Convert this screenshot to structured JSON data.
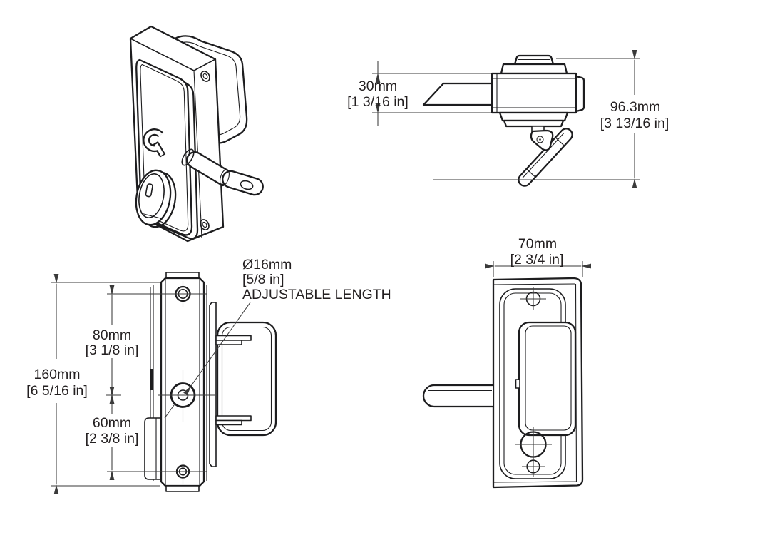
{
  "colors": {
    "background": "#ffffff",
    "line": "#1d1d1f",
    "dimension": "#3a3a3a",
    "text": "#231f20"
  },
  "logo": {
    "letter": "G"
  },
  "views": {
    "top": {
      "depth_mm": "30mm",
      "depth_in": "[1 3/16 in]",
      "height_mm": "96.3mm",
      "height_in": "[3 13/16 in]"
    },
    "side": {
      "total_mm": "160mm",
      "total_in": "[6 5/16 in]",
      "upper_mm": "80mm",
      "upper_in": "[3 1/8 in]",
      "lower_mm": "60mm",
      "lower_in": "[2 3/8 in]",
      "rod_dia_mm": "Ø16mm",
      "rod_dia_in": "[5/8 in]",
      "rod_note": "ADJUSTABLE LENGTH"
    },
    "front": {
      "width_mm": "70mm",
      "width_in": "[2 3/4 in]"
    }
  }
}
